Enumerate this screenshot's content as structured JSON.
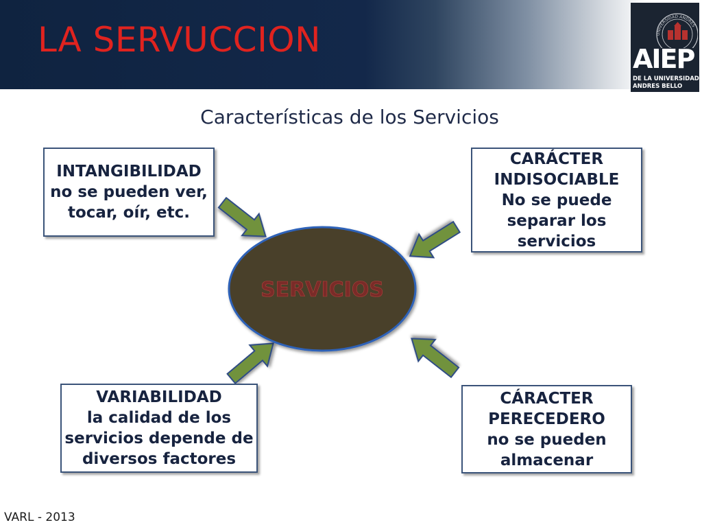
{
  "slide": {
    "title": "LA SERVUCCION",
    "subtitle": "Características de los Servicios",
    "footer": "VARL - 2013"
  },
  "logo": {
    "text": "AIEP",
    "sub_line1": "DE LA UNIVERSIDAD",
    "sub_line2": "ANDRES BELLO",
    "seal_ring_text": "UNIVERSIDAD ANDRES",
    "icon": "university-seal-icon"
  },
  "diagram": {
    "center": "SERVICIOS",
    "boxes": {
      "top_left": [
        "INTANGIBILIDAD",
        "no se pueden ver,",
        "tocar, oír, etc."
      ],
      "top_right": [
        "CARÁCTER",
        "INDISOCIABLE",
        "No se puede",
        "separar los",
        "servicios"
      ],
      "bottom_left": [
        "VARIABILIDAD",
        "la calidad de los",
        "servicios depende de",
        "diversos factores"
      ],
      "bottom_right": [
        "CÁRACTER",
        "PERECEDERO",
        "no se pueden",
        "almacenar"
      ]
    },
    "arrow_icon": "block-arrow-icon"
  },
  "colors": {
    "header_dark": "#13284a",
    "title_red": "#e0231f",
    "box_border": "#3a5379",
    "box_text": "#17233f",
    "ellipse_fill": "#4a3f2c",
    "ellipse_stroke": "#2e62b8",
    "center_text": "#7a2b28",
    "arrow_fill": "#71923e",
    "arrow_stroke": "#2f4b84"
  }
}
